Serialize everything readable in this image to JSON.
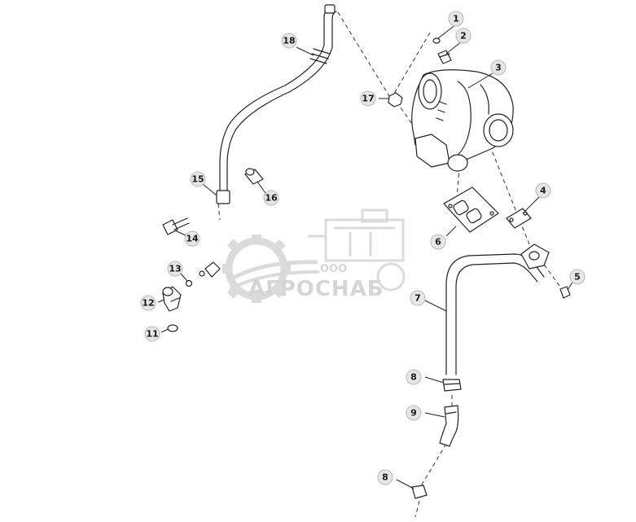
{
  "watermark": {
    "prefix": "ООО",
    "brand": "АГРОСНАБ"
  },
  "callouts": [
    "1",
    "2",
    "3",
    "4",
    "5",
    "6",
    "7",
    "8",
    "9",
    "8",
    "11",
    "12",
    "13",
    "14",
    "15",
    "16",
    "17",
    "18"
  ]
}
